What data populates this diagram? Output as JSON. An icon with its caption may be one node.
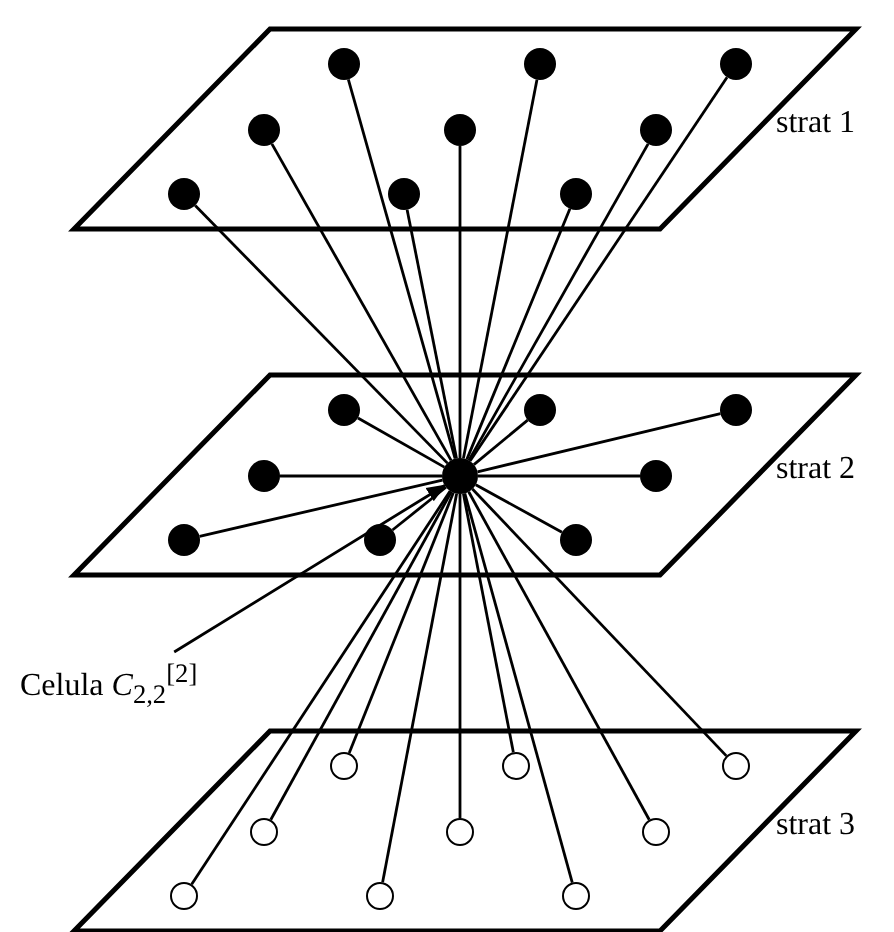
{
  "diagram": {
    "nodes": [
      {
        "text": [
          "strat 1"
        ]
      },
      {
        "text": [],
        "shape": "circle",
        "in": 0
      },
      {
        "text": [],
        "shape": "circle",
        "in": 0
      },
      {
        "text": [],
        "shape": "circle",
        "in": 0
      },
      {
        "text": [],
        "shape": "circle",
        "in": 0
      },
      {
        "text": [],
        "shape": "circle",
        "in": 0
      },
      {
        "text": [],
        "shape": "circle",
        "in": 0
      },
      {
        "text": [],
        "shape": "circle",
        "in": 0
      },
      {
        "text": [],
        "shape": "circle",
        "in": 0
      },
      {
        "text": [],
        "shape": "circle",
        "in": 0
      },
      {
        "text": [
          "strat 2"
        ]
      },
      {
        "text": [],
        "shape": "circle",
        "in": 10
      },
      {
        "text": [],
        "shape": "circle",
        "in": 10
      },
      {
        "text": [],
        "shape": "circle",
        "in": 10
      },
      {
        "text": [],
        "shape": "circle",
        "in": 10
      },
      {
        "text": [],
        "shape": "circle",
        "in": 10
      },
      {
        "text": [],
        "shape": "circle",
        "in": 10
      },
      {
        "text": [],
        "shape": "circle",
        "in": 10
      },
      {
        "text": [],
        "shape": "circle",
        "in": 10
      },
      {
        "text": [],
        "shape": "circle",
        "in": 10
      },
      {
        "text": [
          "Celula *C*$_{2,2}$$^{[2]}$"
        ]
      },
      {
        "text": [
          "strat 3"
        ]
      },
      {
        "text": [],
        "shape": "circle",
        "in": 21
      },
      {
        "text": [],
        "shape": "circle",
        "in": 21
      },
      {
        "text": [],
        "shape": "circle",
        "in": 21
      },
      {
        "text": [],
        "shape": "circle",
        "in": 21
      },
      {
        "text": [],
        "shape": "circle",
        "in": 21
      },
      {
        "text": [],
        "shape": "circle",
        "in": 21
      },
      {
        "text": [],
        "shape": "circle",
        "in": 21
      },
      {
        "text": [],
        "shape": "circle",
        "in": 21
      },
      {
        "text": [],
        "shape": "circle",
        "in": 21
      }
    ],
    "edges": [
      {
        "from": 15,
        "to": 1,
        "arrow": "none"
      },
      {
        "from": 15,
        "to": 2,
        "arrow": "none"
      },
      {
        "from": 15,
        "to": 3,
        "arrow": "none"
      },
      {
        "from": 15,
        "to": 4,
        "arrow": "none"
      },
      {
        "from": 15,
        "to": 5,
        "arrow": "none"
      },
      {
        "from": 15,
        "to": 6,
        "arrow": "none"
      },
      {
        "from": 15,
        "to": 7,
        "arrow": "none"
      },
      {
        "from": 15,
        "to": 8,
        "arrow": "none"
      },
      {
        "from": 15,
        "to": 9,
        "arrow": "none"
      },
      {
        "from": 15,
        "to": 11,
        "arrow": "none"
      },
      {
        "from": 15,
        "to": 12,
        "arrow": "none"
      },
      {
        "from": 15,
        "to": 13,
        "arrow": "none"
      },
      {
        "from": 15,
        "to": 14,
        "arrow": "none"
      },
      {
        "from": 15,
        "to": 16,
        "arrow": "none"
      },
      {
        "from": 15,
        "to": 17,
        "arrow": "none"
      },
      {
        "from": 15,
        "to": 18,
        "arrow": "none"
      },
      {
        "from": 15,
        "to": 19,
        "arrow": "none"
      },
      {
        "from": 15,
        "to": 22,
        "arrow": "none"
      },
      {
        "from": 15,
        "to": 23,
        "arrow": "none"
      },
      {
        "from": 15,
        "to": 24,
        "arrow": "none"
      },
      {
        "from": 15,
        "to": 25,
        "arrow": "none"
      },
      {
        "from": 15,
        "to": 26,
        "arrow": "none"
      },
      {
        "from": 15,
        "to": 27,
        "arrow": "none"
      },
      {
        "from": 15,
        "to": 28,
        "arrow": "none"
      },
      {
        "from": 15,
        "to": 29,
        "arrow": "none"
      },
      {
        "from": 15,
        "to": 30,
        "arrow": "none"
      },
      {
        "from": 20,
        "to": 15,
        "arrow": "to"
      }
    ]
  }
}
